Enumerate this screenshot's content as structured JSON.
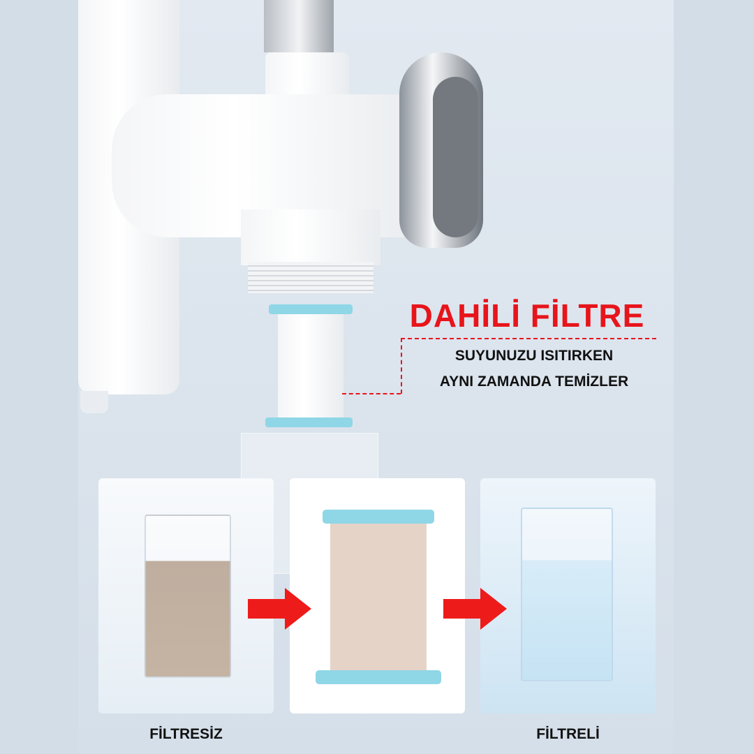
{
  "headline": "DAHİLİ FİLTRE",
  "subtitle_lines": [
    "SUYUNUZU ISITIRKEN",
    "AYNI ZAMANDA TEMİZLER"
  ],
  "captions": {
    "before": "FİLTRESİZ",
    "after": "FİLTRELİ"
  },
  "colors": {
    "accent": "#e8141b",
    "filter_cap": "#8fd6e6"
  }
}
